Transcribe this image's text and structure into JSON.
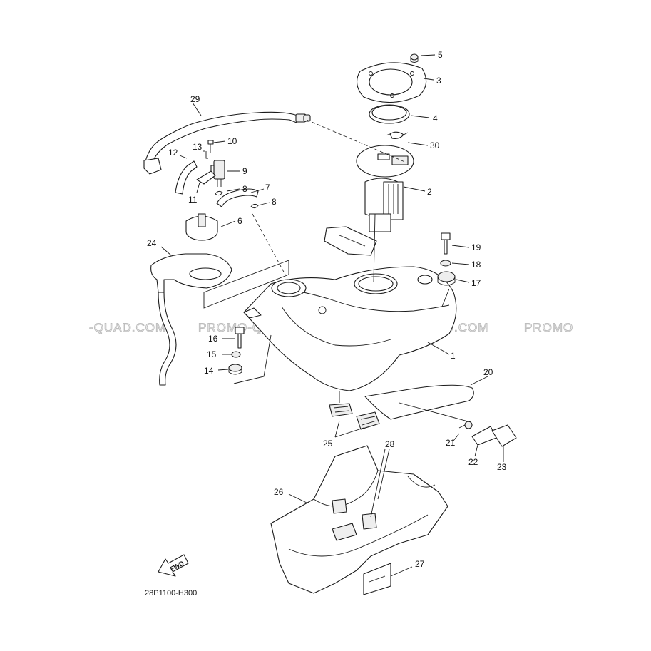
{
  "watermarks": [
    "-QUAD.COM",
    "PROMO-QUAD.COM",
    "PROMO-QUAD.COM",
    "PROMO"
  ],
  "diagram_code": "28P1100-H300",
  "fwd_label": "FWD",
  "callouts": {
    "c1": "1",
    "c2": "2",
    "c3": "3",
    "c4": "4",
    "c5": "5",
    "c6": "6",
    "c7": "7",
    "c8a": "8",
    "c8b": "8",
    "c9": "9",
    "c10": "10",
    "c11": "11",
    "c12": "12",
    "c13": "13",
    "c14": "14",
    "c15": "15",
    "c16": "16",
    "c17": "17",
    "c18": "18",
    "c19": "19",
    "c20": "20",
    "c21": "21",
    "c22": "22",
    "c23": "23",
    "c24": "24",
    "c25": "25",
    "c26": "26",
    "c27": "27",
    "c28": "28",
    "c29": "29",
    "c30": "30"
  }
}
